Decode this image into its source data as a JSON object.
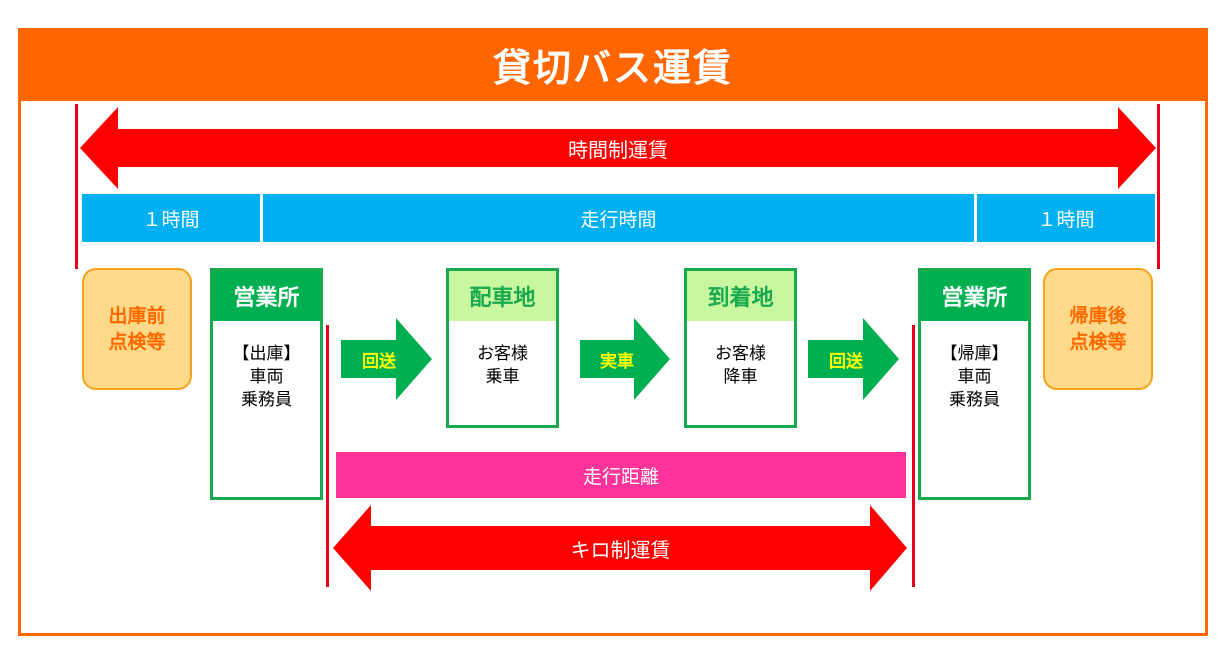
{
  "title": "貸切バス運賃",
  "time_fare": {
    "label": "時間制運賃"
  },
  "time_bar": {
    "left": "１時間",
    "middle": "走行時間",
    "right": "１時間"
  },
  "pre_inspection": {
    "line1": "出庫前",
    "line2": "点検等"
  },
  "post_inspection": {
    "line1": "帰庫後",
    "line2": "点検等"
  },
  "office_out": {
    "title": "営業所",
    "line1": "【出庫】",
    "line2": "車両",
    "line3": "乗務員"
  },
  "office_in": {
    "title": "営業所",
    "line1": "【帰庫】",
    "line2": "車両",
    "line3": "乗務員"
  },
  "pickup": {
    "title": "配車地",
    "line1": "お客様",
    "line2": "乗車"
  },
  "dropoff": {
    "title": "到着地",
    "line1": "お客様",
    "line2": "降車"
  },
  "arrows": {
    "return1": "回送",
    "actual": "実車",
    "return2": "回送"
  },
  "distance": {
    "label": "走行距離"
  },
  "km_fare": {
    "label": "キロ制運賃"
  },
  "colors": {
    "orange": "#FF6600",
    "red": "#FF0000",
    "blue": "#00B0F0",
    "green": "#00B050",
    "pink": "#FF3399"
  }
}
